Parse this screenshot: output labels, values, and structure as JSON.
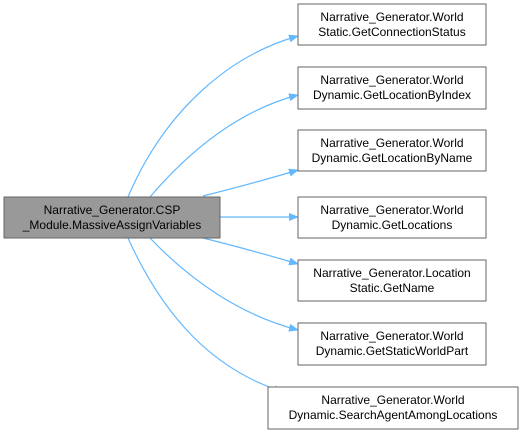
{
  "colors": {
    "node_fill": "#ffffff",
    "node_border": "#666666",
    "root_fill": "#999999",
    "root_border": "#666666",
    "edge": "#63b8ff"
  },
  "root": {
    "line1": "Narrative_Generator.CSP",
    "line2": "_Module.MassiveAssignVariables"
  },
  "callees": [
    {
      "line1": "Narrative_Generator.World",
      "line2": "Static.GetConnectionStatus"
    },
    {
      "line1": "Narrative_Generator.World",
      "line2": "Dynamic.GetLocationByIndex"
    },
    {
      "line1": "Narrative_Generator.World",
      "line2": "Dynamic.GetLocationByName"
    },
    {
      "line1": "Narrative_Generator.World",
      "line2": "Dynamic.GetLocations"
    },
    {
      "line1": "Narrative_Generator.Location",
      "line2": "Static.GetName"
    },
    {
      "line1": "Narrative_Generator.World",
      "line2": "Dynamic.GetStaticWorldPart"
    },
    {
      "line1": "Narrative_Generator.World",
      "line2": "Dynamic.SearchAgentAmongLocations"
    }
  ]
}
